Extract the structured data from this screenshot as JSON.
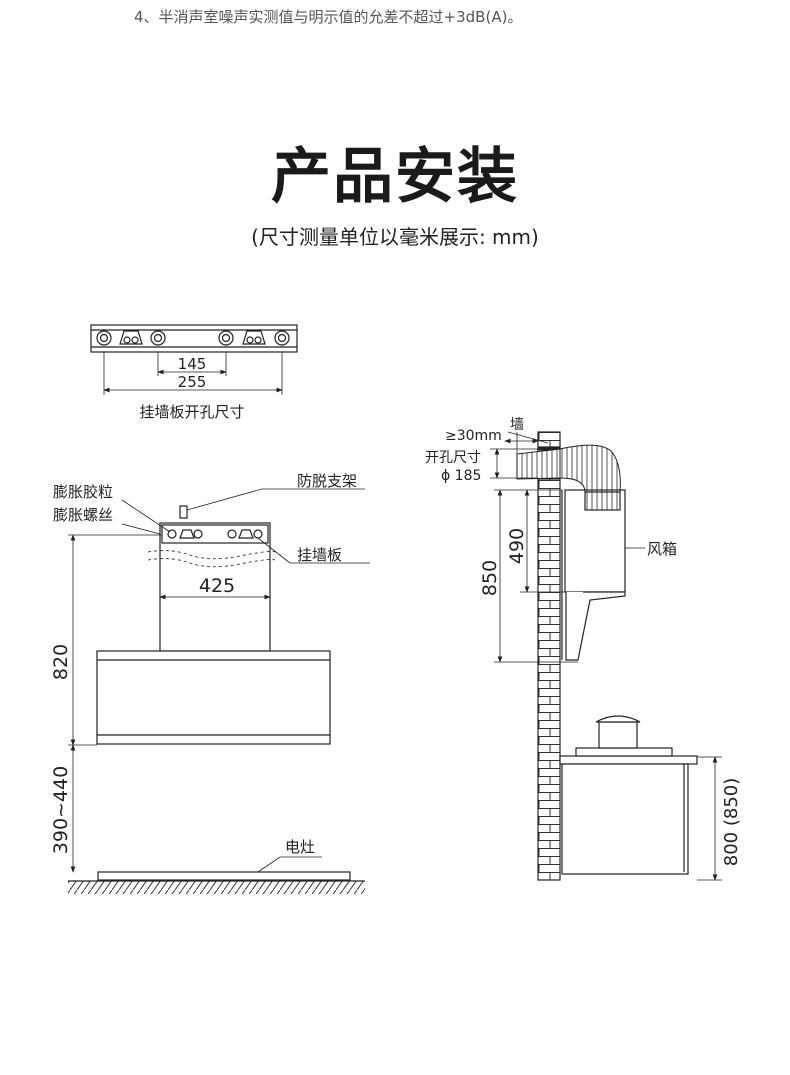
{
  "note": "4、半消声室噪声实测值与明示值的允差不超过+3dB(A)。",
  "title": "产品安装",
  "subtitle": "(尺寸测量单位以毫米展示: mm)",
  "bracket_diagram": {
    "dim_inner": "145",
    "dim_outer": "255",
    "caption": "挂墙板开孔尺寸"
  },
  "front_diagram": {
    "label_expansion_plug": "膨胀胶粒",
    "label_expansion_screw": "膨胀螺丝",
    "label_anti_detach": "防脱支架",
    "label_wall_plate": "挂墙板",
    "dim_width": "425",
    "dim_height": "820",
    "dim_stove_gap": "390~440",
    "label_stove": "电灶"
  },
  "side_diagram": {
    "label_wall": "墙",
    "dim_wall_gap": "≥30mm",
    "label_hole_size": "开孔尺寸",
    "dim_hole_diameter": "ϕ 185",
    "label_fan_box": "风箱",
    "dim_850": "850",
    "dim_490": "490",
    "dim_counter": "800 (850)"
  }
}
